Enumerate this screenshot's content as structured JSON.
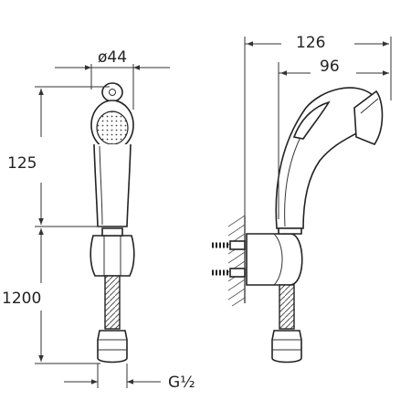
{
  "drawing": {
    "dim_diameter": "ø44",
    "dim_height_handset": "125",
    "dim_hose_length": "1200",
    "dim_total_reach": "126",
    "dim_handle_reach": "96",
    "thread_label": "G½"
  },
  "colors": {
    "line": "#222222",
    "background": "#ffffff"
  }
}
